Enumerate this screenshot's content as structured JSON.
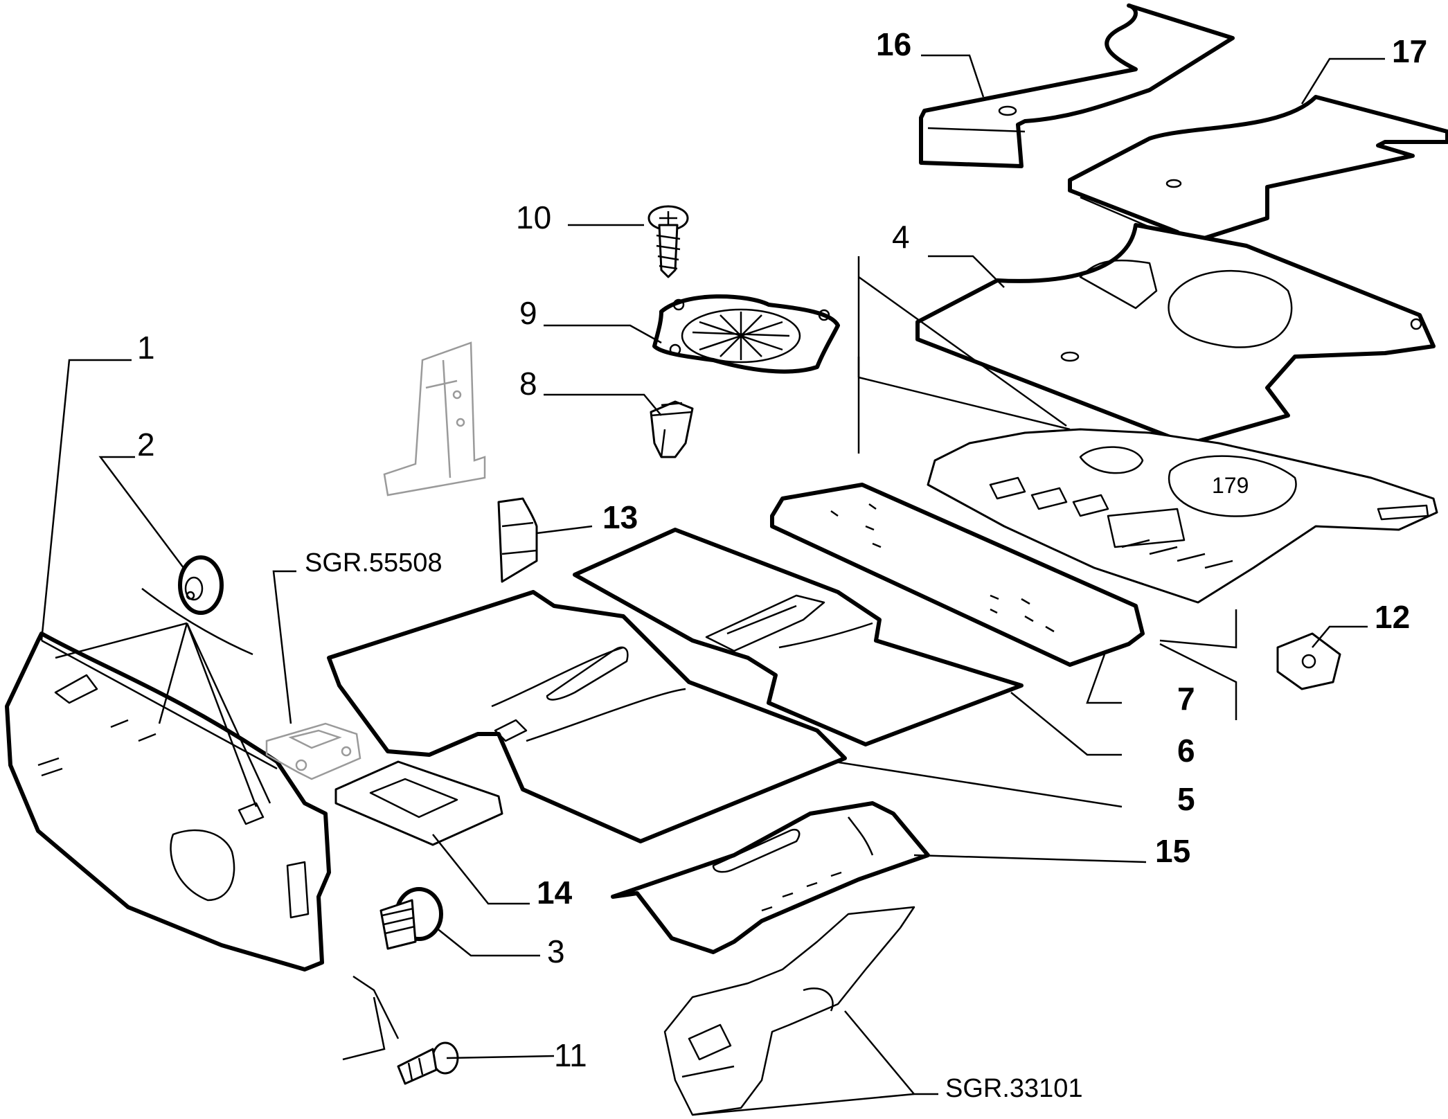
{
  "labels": {
    "l1": "1",
    "l2": "2",
    "l3": "3",
    "l4": "4",
    "l5": "5",
    "l6": "6",
    "l7": "7",
    "l8": "8",
    "l9": "9",
    "l10": "10",
    "l11": "11",
    "l12": "12",
    "l13": "13",
    "l14": "14",
    "l15": "15",
    "l16": "16",
    "l17": "17"
  },
  "references": {
    "sgr1": "SGR.55508",
    "sgr2": "SGR.33101"
  },
  "colors": {
    "line": "#000000",
    "ghost": "#9a9a9a",
    "background": "#ffffff"
  }
}
